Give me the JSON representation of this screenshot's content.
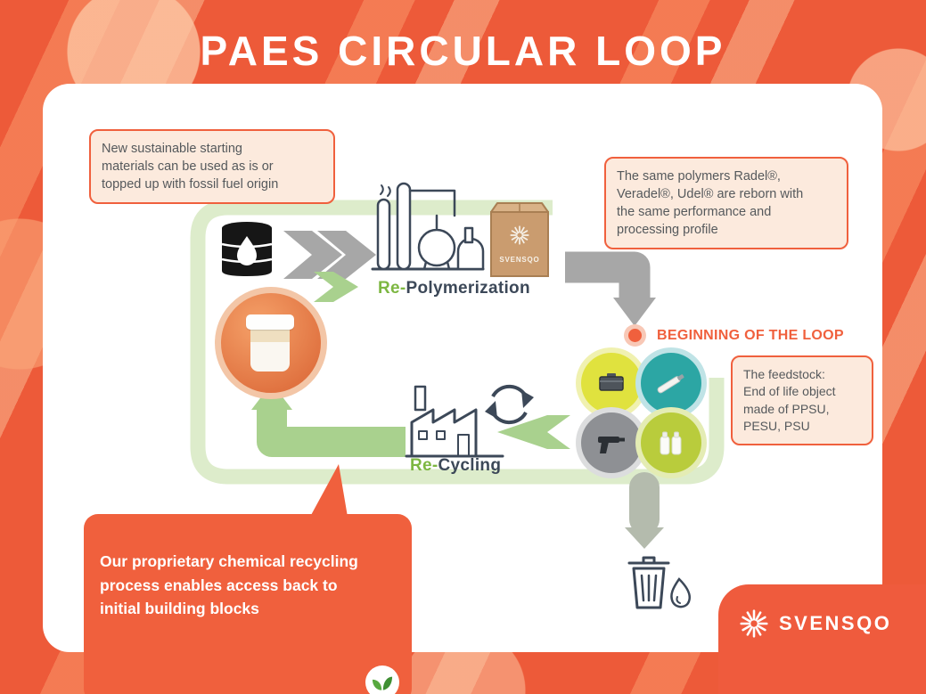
{
  "title": "PAES CIRCULAR LOOP",
  "brand": {
    "name": "SVENSQO"
  },
  "package": {
    "brand": "SVENSQO"
  },
  "callouts": {
    "sustainable": "New sustainable starting\nmaterials can be used as is or\ntopped up with fossil fuel origin",
    "polymers": "The same polymers Radel®,\nVeradel®, Udel® are reborn with\nthe same performance and\nprocessing profile",
    "feedstock": "The feedstock:\nEnd of life object\nmade of PPSU,\nPESU, PSU",
    "recycling": "Our proprietary chemical recycling\nprocess enables access back to\ninitial building blocks"
  },
  "labels": {
    "beginning_of_loop": "BEGINNING OF THE LOOP",
    "repolymerization": {
      "prefix": "Re-",
      "rest": "Polymerization"
    },
    "recycling": {
      "prefix": "Re-",
      "rest": "Cycling"
    }
  },
  "colors": {
    "background_orange": "#ED5A39",
    "accent_orange": "#F0603D",
    "callout_peach": "#FCEADD",
    "loop_track_green": "#DDECCB",
    "arrow_green": "#A9D18E",
    "arrow_gray": "#A7A7A7",
    "disposal_gray_green": "#B4BBAD",
    "label_green": "#7DB742",
    "label_dark": "#3C4858",
    "circle_yellow": "#E0E23E",
    "circle_teal": "#2CA6A4",
    "circle_gray": "#8E9094",
    "circle_olive": "#B9CC3C"
  }
}
